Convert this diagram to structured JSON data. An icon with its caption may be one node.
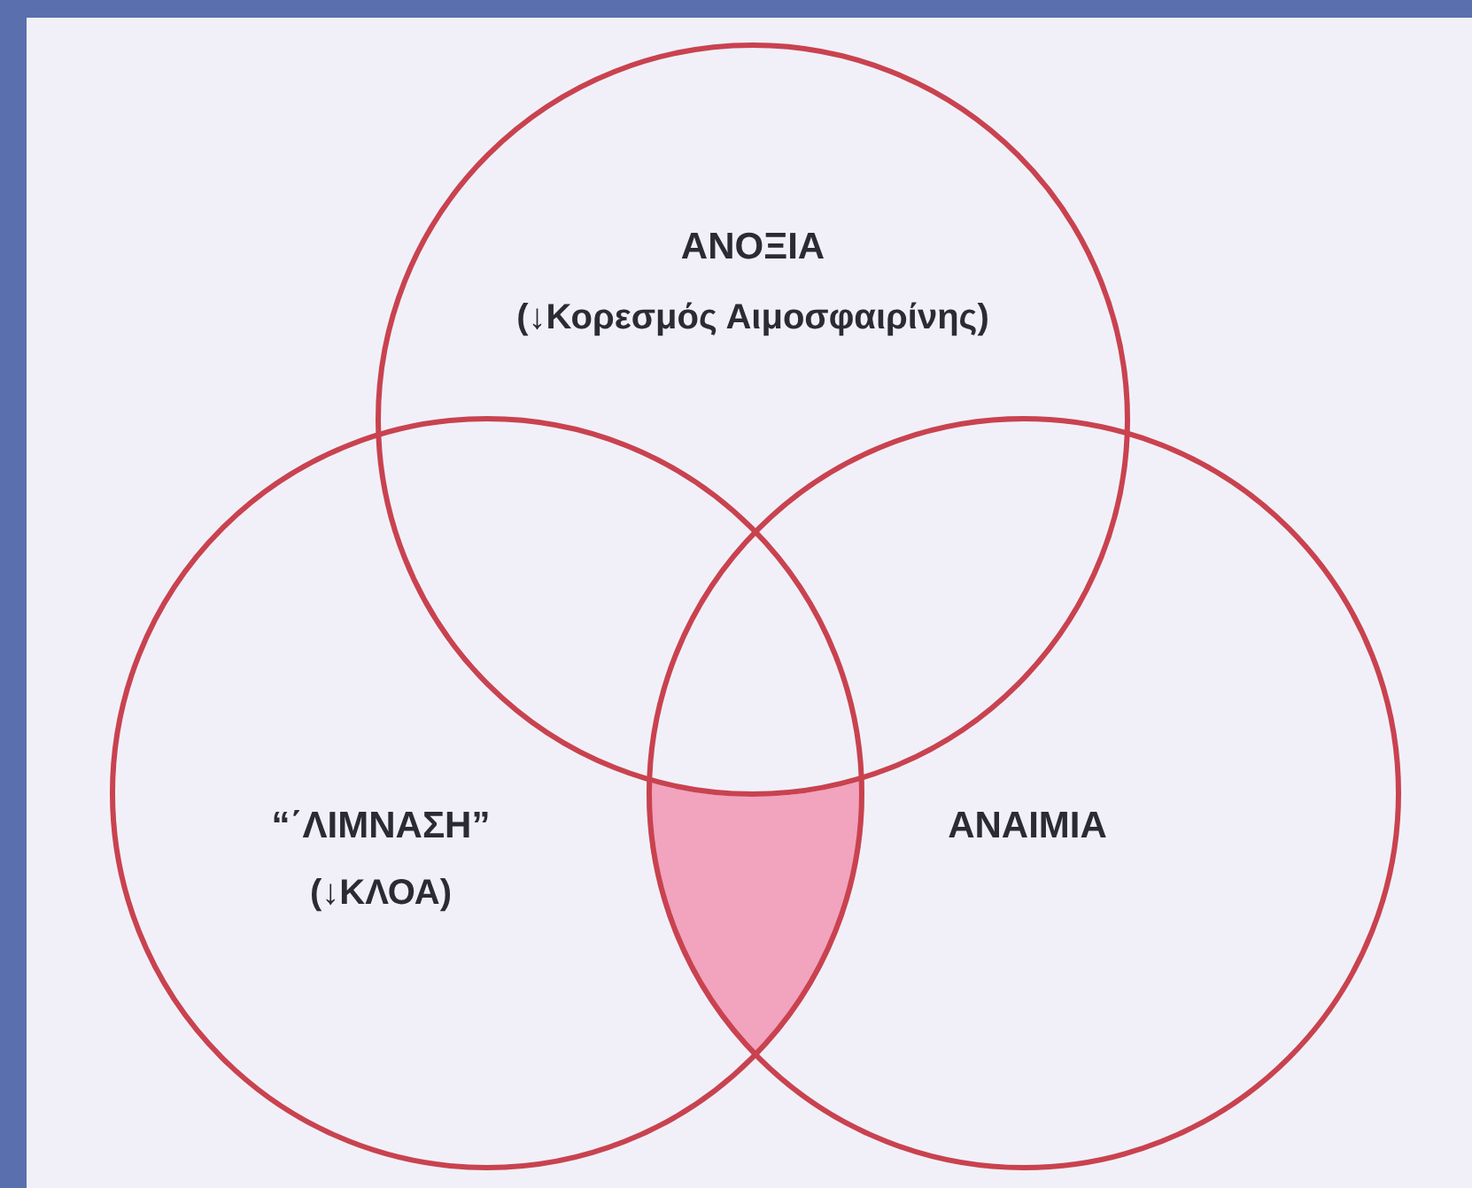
{
  "diagram": {
    "nodes": [
      {
        "text": [
          "ΑΝΟΞΙΑ",
          "(↓Κορεσμός Αιμοσφαιρίνης)"
        ]
      },
      {
        "text": [
          "“΄ΛΙΜΝΑΣΗ”",
          "(↓ΚΛΟΑ)"
        ]
      },
      {
        "text": [
          "ΑΝΑΙΜΙΑ"
        ]
      },
      {
        "text": [],
        "shape": "lens"
      }
    ]
  }
}
